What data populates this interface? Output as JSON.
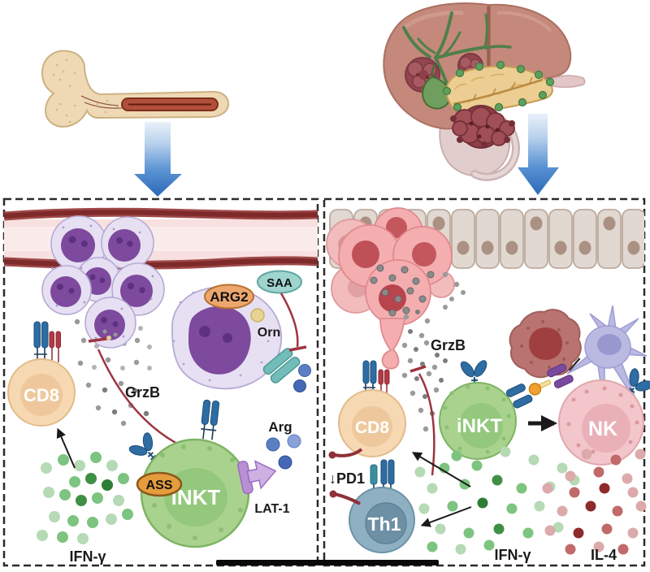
{
  "figure": {
    "type": "scientific-illustration",
    "description": "iNKT cell anti-tumor mechanisms: bone marrow / multiple myeloma niche (left) and pancreatic-liver tumor microenvironment (right)",
    "top_row": {
      "left_icon": "femur-bone-with-marrow",
      "right_icon": "liver-gallbladder-pancreas-with-tumors",
      "arrow_color": "#2f6fbe"
    },
    "left_panel": {
      "labels": {
        "cd8": "CD8",
        "grzb": "GrzB",
        "arg2": "ARG2",
        "saa": "SAA",
        "orn": "Orn",
        "ass": "ASS",
        "inkt": "iNKT",
        "arg": "Arg",
        "lat1": "LAT-1",
        "ifng": "IFN-γ"
      }
    },
    "right_panel": {
      "labels": {
        "grzb": "GrzB",
        "cd8": "CD8",
        "inkt": "iNKT",
        "nk": "NK",
        "th1": "Th1",
        "pd1_down": "↓PD1",
        "ifng": "IFN-γ",
        "il4": "IL-4"
      }
    },
    "colors": {
      "arrow_blue": "#3273c2",
      "inkt_green": "#a9d28f",
      "cd8_peach": "#f6d8b2",
      "nk_pink": "#f2c6ca",
      "th1_blue": "#8fb0c2",
      "myeloma_purple": "#7d4a9e",
      "tumor_pink": "#f4aeb0",
      "inhibit_red": "#a03540",
      "ifng_green": "#4f9e52",
      "il4_red": "#a03a3a",
      "tcr_blue": "#2e6da4",
      "tcr_red": "#b23a46"
    }
  }
}
